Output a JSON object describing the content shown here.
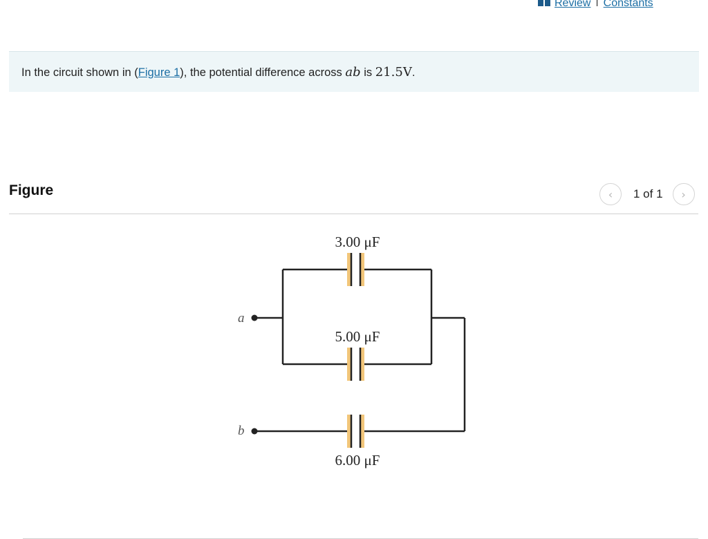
{
  "toolbar": {
    "review_label": "Review",
    "separator": "I",
    "constants_label": "Constants"
  },
  "prompt": {
    "text_before": "In the circuit shown in (",
    "figure_link": "Figure 1",
    "text_middle": "), the potential difference across ",
    "variable": "ab",
    "text_is": " is ",
    "value": "21.5V",
    "text_end": "."
  },
  "figure": {
    "title": "Figure",
    "pager_text": "1 of 1",
    "prev_icon": "chevron-left-icon",
    "next_icon": "chevron-right-icon"
  },
  "circuit": {
    "node_a": "a",
    "node_b": "b",
    "cap_top_label": "3.00 μF",
    "cap_mid_label": "5.00 μF",
    "cap_bottom_label": "6.00 μF"
  },
  "colors": {
    "accent": "#1c6ea4",
    "prompt_bg": "#eef6f8",
    "capacitor_plate": "#f2c67a",
    "wire": "#222222"
  }
}
